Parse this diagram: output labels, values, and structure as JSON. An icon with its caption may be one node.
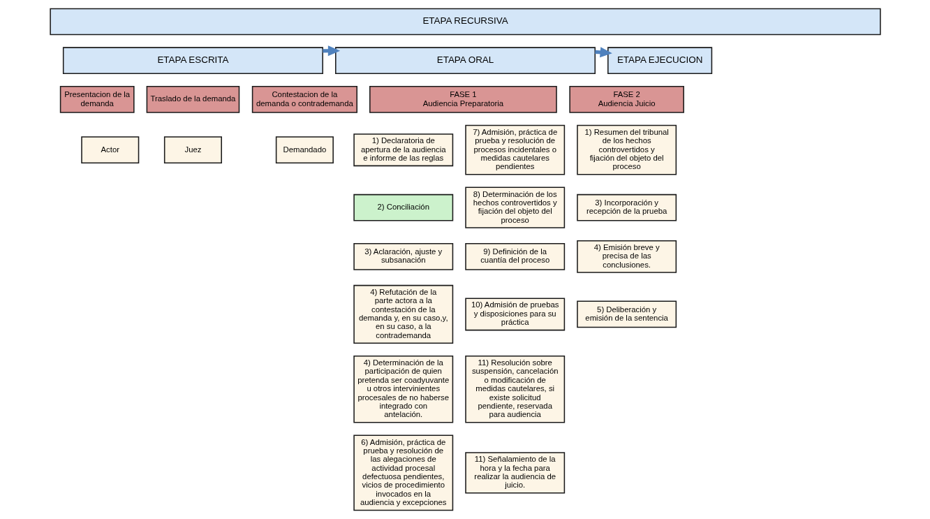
{
  "diagram": {
    "nodes": [
      {
        "text": [
          "ETAPA RECURSIVA"
        ]
      },
      {
        "text": [
          "ETAPA ESCRITA"
        ]
      },
      {
        "text": [
          "ETAPA ORAL"
        ]
      },
      {
        "text": [
          "ETAPA EJECUCION"
        ]
      },
      {
        "text": [
          "Presentacion de la demanda"
        ]
      },
      {
        "text": [
          "Traslado de la demanda"
        ]
      },
      {
        "text": [
          "Contestacion de la demanda o contrademanda"
        ]
      },
      {
        "text": [
          "Actor"
        ]
      },
      {
        "text": [
          "Juez"
        ]
      },
      {
        "text": [
          "Demandado"
        ]
      },
      {
        "text": [
          "FASE 1",
          "Audiencia Preparatoria"
        ]
      },
      {
        "text": [
          "1) Declaratoria de apertura de la audiencia e informe de las reglas"
        ]
      },
      {
        "text": [
          "2) Conciliación"
        ]
      },
      {
        "text": [
          "3) Aclaración, ajuste y subsanación"
        ]
      },
      {
        "text": [
          "4) Refutación de la parte actora a la contestación de la demanda y, en su caso,y, en su caso, a la contrademanda"
        ]
      },
      {
        "text": [
          "4) Determinación de la participación de quien pretenda ser coadyuvante u otros intervinientes procesales de no haberse integrado con antelación."
        ]
      },
      {
        "text": [
          "6) Admisión, práctica de prueba y resolución de las alegaciones de actividad procesal defectuosa pendientes, vicios de procedimiento invocados en la audiencia y excepciones"
        ]
      },
      {
        "text": [
          "7) Admisión, práctica de prueba y resolución de procesos incidentales o medidas cautelares pendientes"
        ]
      },
      {
        "text": [
          "8) Determinación de los hechos controvertidos y fijación del objeto del proceso"
        ]
      },
      {
        "text": [
          "9) Definición de la cuantía del proceso"
        ]
      },
      {
        "text": [
          "10) Admisión de pruebas y disposiciones para su práctica"
        ]
      },
      {
        "text": [
          "11) Resolución sobre suspensión, cancelación o modificación de medidas cautelares, si existe solicitud pendiente, reservada para audiencia"
        ]
      },
      {
        "text": [
          "11) Señalamiento de la hora y la fecha para realizar la audiencia de juicio."
        ]
      },
      {
        "text": [
          "FASE 2",
          "Audiencia Juicio"
        ]
      },
      {
        "text": [
          "1) Resumen del tribunal de los hechos controvertidos y fijación del objeto del proceso"
        ]
      },
      {
        "text": [
          "3) Incorporación y recepción de la prueba"
        ]
      },
      {
        "text": [
          "4) Emisión breve y precisa de las conclusiones."
        ]
      },
      {
        "text": [
          "5) Deliberación y emisión de la sentencia"
        ]
      }
    ],
    "edges": [
      {
        "from": 1,
        "to": 2,
        "arrow": "to"
      },
      {
        "from": 2,
        "to": 3,
        "arrow": "to"
      }
    ]
  }
}
